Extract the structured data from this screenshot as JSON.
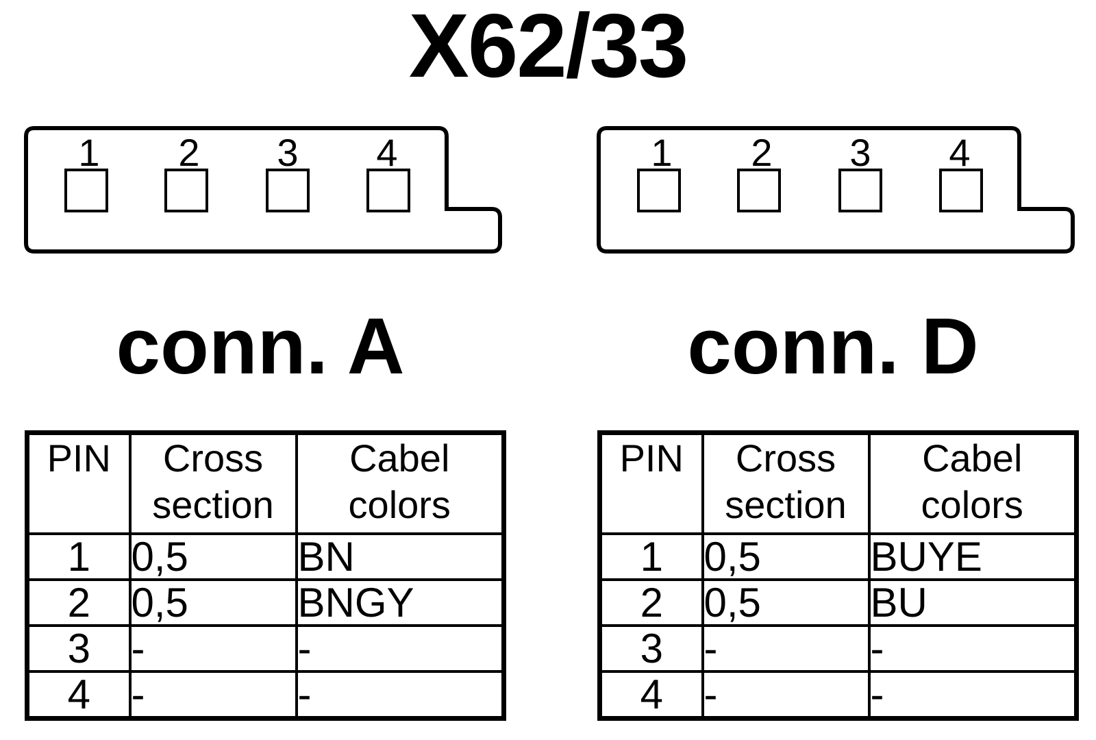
{
  "title": "X62/33",
  "pin_numbers": [
    "1",
    "2",
    "3",
    "4"
  ],
  "table_headers": {
    "pin": "PIN",
    "cross_section": "Cross section",
    "cable_colors": "Cabel colors"
  },
  "connectors": [
    {
      "label": "conn. A",
      "rows": [
        {
          "pin": "1",
          "cross_section": "0,5",
          "color": "BN"
        },
        {
          "pin": "2",
          "cross_section": "0,5",
          "color": "BNGY"
        },
        {
          "pin": "3",
          "cross_section": "-",
          "color": "-"
        },
        {
          "pin": "4",
          "cross_section": "-",
          "color": "-"
        }
      ]
    },
    {
      "label": "conn. D",
      "rows": [
        {
          "pin": "1",
          "cross_section": "0,5",
          "color": "BUYE"
        },
        {
          "pin": "2",
          "cross_section": "0,5",
          "color": "BU"
        },
        {
          "pin": "3",
          "cross_section": "-",
          "color": "-"
        },
        {
          "pin": "4",
          "cross_section": "-",
          "color": "-"
        }
      ]
    }
  ]
}
